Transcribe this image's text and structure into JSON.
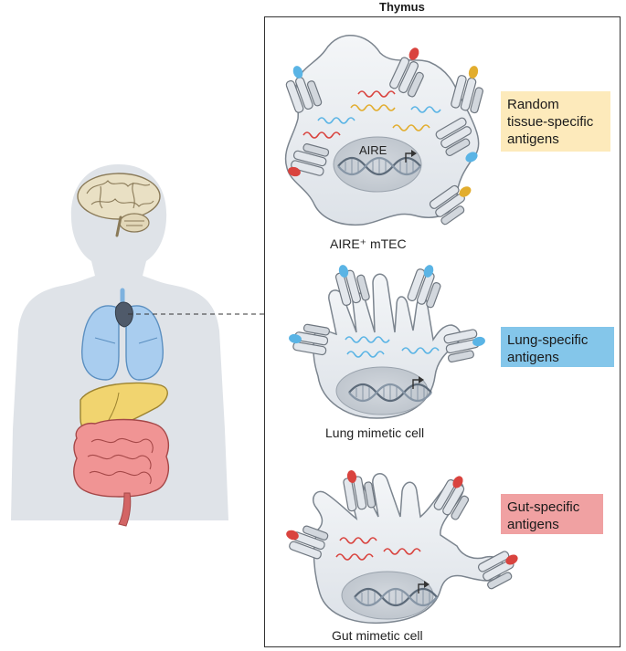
{
  "title": "Thymus",
  "cells": {
    "aire": {
      "caption": "AIRE⁺ mTEC",
      "nucleus_label": "AIRE"
    },
    "lung": {
      "caption": "Lung mimetic cell"
    },
    "gut": {
      "caption": "Gut mimetic cell"
    }
  },
  "labels": {
    "random": "Random tissue-specific antigens",
    "random_lines": [
      "Random",
      "tissue-specific",
      "antigens"
    ],
    "lung": "Lung-specific antigens",
    "lung_lines": [
      "Lung-specific",
      "antigens"
    ],
    "gut": "Gut-specific antigens",
    "gut_lines": [
      "Gut-specific",
      "antigens"
    ]
  },
  "colors": {
    "random_box": "#fdeabb",
    "lung_box": "#84c6ea",
    "gut_box": "#f0a1a2",
    "antigen_red": "#d9433e",
    "antigen_blue": "#5ab4e5",
    "antigen_yellow": "#e2ad2e",
    "body_silhouette": "#dfe3e8",
    "cell_fill": "#ebeef2"
  },
  "icons": [
    "human-body-silhouette",
    "brain-icon",
    "lungs-icon",
    "liver-icon",
    "intestines-icon",
    "mhc-receptor-icon",
    "dna-helix-icon"
  ]
}
